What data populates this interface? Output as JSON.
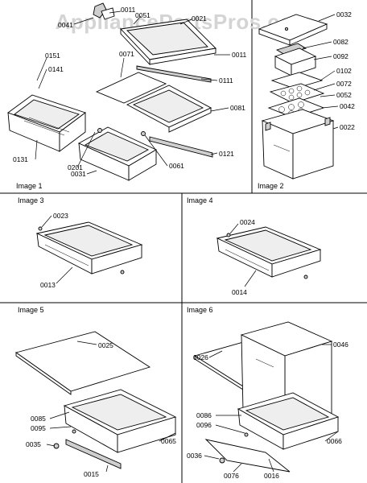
{
  "watermark": "AppliancePartsPros.com",
  "panels": {
    "image1": {
      "caption": "Image 1",
      "labels": [
        "0011",
        "0051",
        "0021",
        "0041",
        "0151",
        "0141",
        "0071",
        "0011",
        "0111",
        "0081",
        "0131",
        "0201",
        "0031",
        "0061",
        "0121"
      ]
    },
    "image2": {
      "caption": "Image 2",
      "labels": [
        "0032",
        "0082",
        "0092",
        "0102",
        "0072",
        "0052",
        "0042",
        "0022"
      ]
    },
    "image3": {
      "caption": "Image 3",
      "labels": [
        "0023",
        "0013"
      ]
    },
    "image4": {
      "caption": "Image 4",
      "labels": [
        "0024",
        "0014"
      ]
    },
    "image5": {
      "caption": "Image 5",
      "labels": [
        "0025",
        "0085",
        "0095",
        "0035",
        "0065",
        "0015"
      ]
    },
    "image6": {
      "caption": "Image 6",
      "labels": [
        "0026",
        "0046",
        "0086",
        "0096",
        "0036",
        "0076",
        "0016",
        "0066"
      ]
    }
  }
}
